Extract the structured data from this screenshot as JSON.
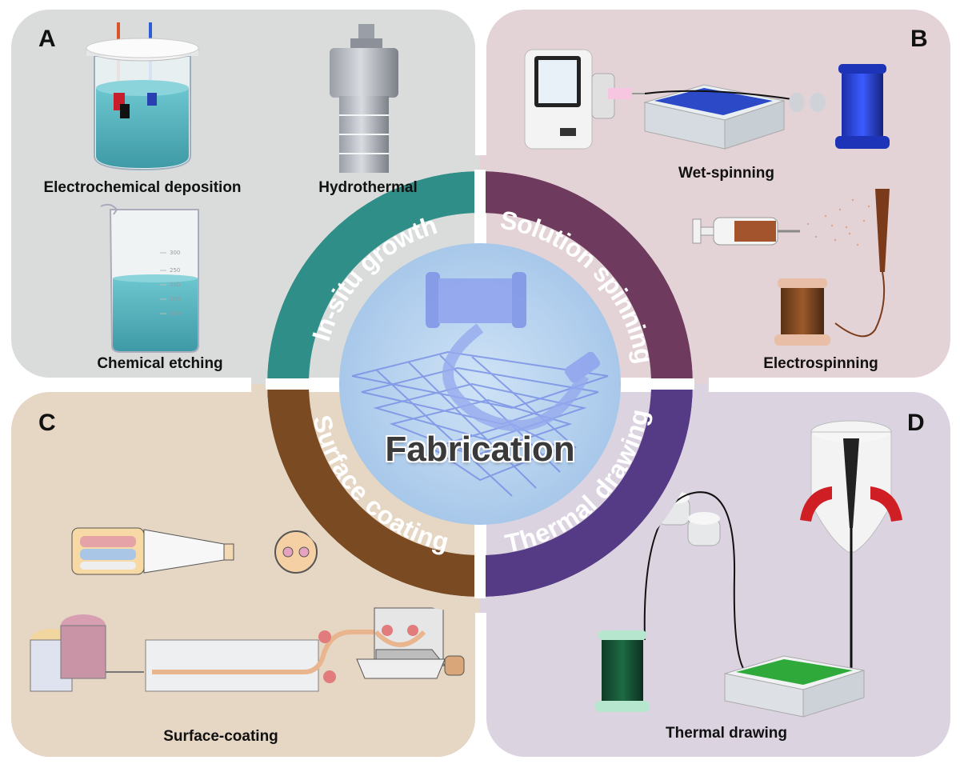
{
  "panels": {
    "a": {
      "letter": "A",
      "captions": {
        "electrochemical": "Electrochemical deposition",
        "hydrothermal": "Hydrothermal",
        "etching": "Chemical etching"
      }
    },
    "b": {
      "letter": "B",
      "captions": {
        "wet": "Wet-spinning",
        "electro": "Electrospinning"
      }
    },
    "c": {
      "letter": "C",
      "captions": {
        "coating": "Surface-coating"
      }
    },
    "d": {
      "letter": "D",
      "captions": {
        "thermal": "Thermal drawing"
      }
    }
  },
  "ring_labels": {
    "in_situ": "In-situ growth",
    "solution": "Solution spinning",
    "surface": "Surface coating",
    "thermal": "Thermal drawing"
  },
  "center": {
    "title": "Fabrication"
  },
  "beaker_ticks": [
    "300",
    "250",
    "200",
    "150",
    "100"
  ],
  "colors": {
    "panel_a": "#d9dcdb",
    "panel_b": "#e3d2d6",
    "panel_c": "#e6d6c4",
    "panel_d": "#dcd3e1",
    "ring_teal": "#2f8f88",
    "ring_plum": "#6e3a5d",
    "ring_brown": "#7a4a22",
    "ring_purple": "#553b86",
    "center_blue": "#bcd6ef"
  }
}
